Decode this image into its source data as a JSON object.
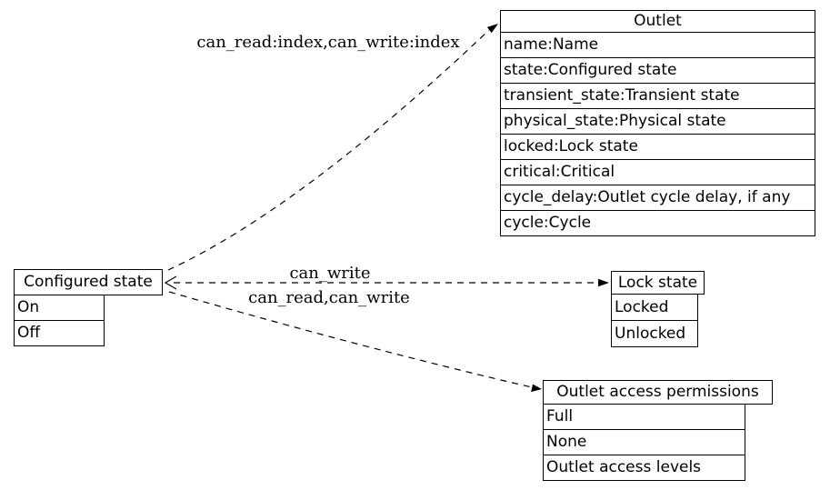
{
  "canvas": {
    "background": "#ffffff",
    "stroke_color": "#000000"
  },
  "tables": {
    "outlet": {
      "title": "Outlet",
      "rows": [
        "name:Name",
        "state:Configured state",
        "transient_state:Transient state",
        "physical_state:Physical state",
        "locked:Lock state",
        "critical:Critical",
        "cycle_delay:Outlet cycle delay, if any",
        "cycle:Cycle"
      ]
    },
    "configured_state": {
      "title": "Configured state",
      "rows": [
        "On",
        "Off"
      ]
    },
    "lock_state": {
      "title": "Lock state",
      "rows": [
        "Locked",
        "Unlocked"
      ]
    },
    "outlet_access_permissions": {
      "title": "Outlet access permissions",
      "rows": [
        "Full",
        "None",
        "Outlet access levels"
      ]
    }
  },
  "edges": {
    "to_outlet": {
      "label": "can_read:index,can_write:index"
    },
    "to_lock_state": {
      "label": "can_write"
    },
    "to_outlet_access_permissions": {
      "label": "can_read,can_write"
    }
  }
}
